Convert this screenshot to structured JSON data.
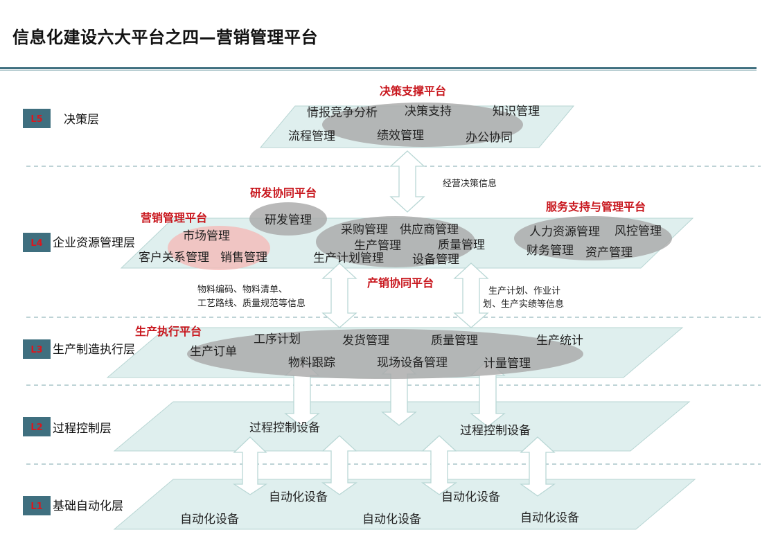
{
  "title": "信息化建设六大平台之四—营销管理平台",
  "layers": [
    {
      "badge": "L5",
      "label": "决策层"
    },
    {
      "badge": "L4",
      "label": "企业资源管理层"
    },
    {
      "badge": "L3",
      "label": "生产制造执行层"
    },
    {
      "badge": "L2",
      "label": "过程控制层"
    },
    {
      "badge": "L1",
      "label": "基础自动化层"
    }
  ],
  "platforms": {
    "decision": "决策支撑平台",
    "rnd": "研发协同平台",
    "marketing": "营销管理平台",
    "service": "服务支持与管理平台",
    "production_sales": "产销协同平台",
    "execution": "生产执行平台"
  },
  "modules": {
    "l5": [
      "情报竞争分析",
      "决策支持",
      "知识管理",
      "流程管理",
      "绩效管理",
      "办公协同"
    ],
    "rnd": [
      "研发管理"
    ],
    "marketing": [
      "市场管理",
      "客户关系管理",
      "销售管理"
    ],
    "center": [
      "采购管理",
      "供应商管理",
      "生产管理",
      "质量管理",
      "生产计划管理",
      "设备管理"
    ],
    "service": [
      "人力资源管理",
      "风控管理",
      "财务管理",
      "资产管理"
    ],
    "l3": [
      "工序计划",
      "发货管理",
      "质量管理",
      "生产统计",
      "生产订单",
      "物料跟踪",
      "现场设备管理",
      "计量管理"
    ],
    "l2": [
      "过程控制设备",
      "过程控制设备"
    ],
    "l1": [
      "自动化设备",
      "自动化设备",
      "自动化设备",
      "自动化设备",
      "自动化设备"
    ]
  },
  "flows": {
    "decision_info": "经营决策信息",
    "material_info_line1": "物料编码、物料清单、",
    "material_info_line2": "工艺路线、质量规范等信息",
    "plan_info_line1": "生产计划、作业计",
    "plan_info_line2": "划、生产实绩等信息"
  },
  "colors": {
    "badge_bg": "#3f6f7f",
    "badge_text": "#d71920",
    "platform_red": "#c8161d",
    "plane_fill": "#d6ebe9",
    "oval_gray": "#a9a9a9",
    "oval_pink": "#f7b3b1"
  }
}
